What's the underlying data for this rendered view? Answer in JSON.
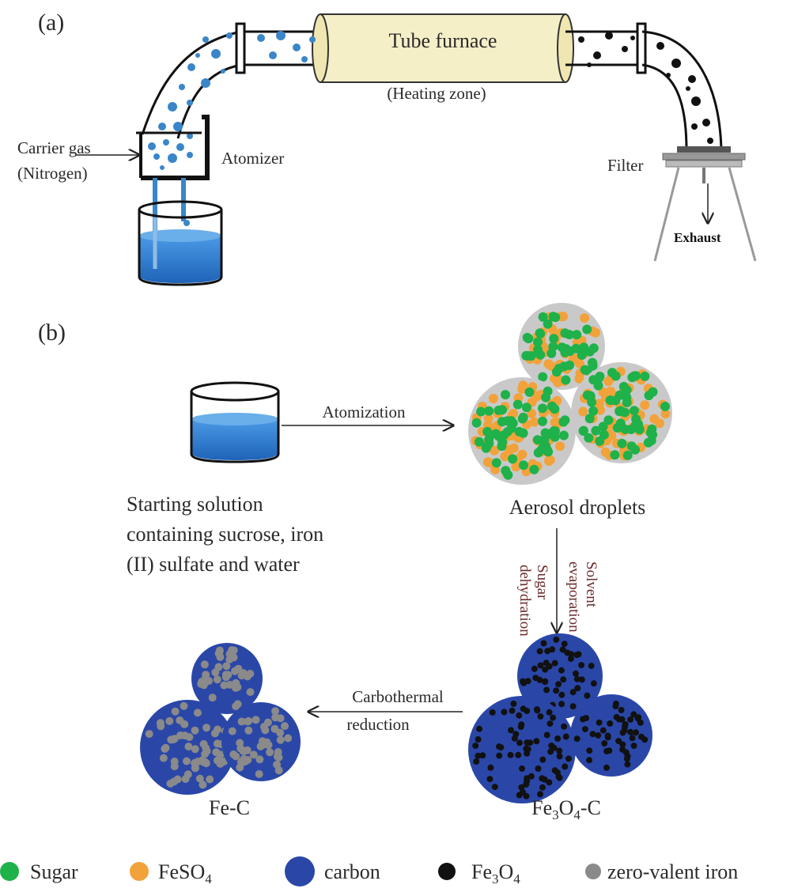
{
  "panel_a": {
    "label": "(a)",
    "furnace_label": "Tube furnace",
    "heating_zone": "(Heating zone)",
    "carrier_gas": "Carrier gas",
    "nitrogen": "(Nitrogen)",
    "atomizer": "Atomizer",
    "filter": "Filter",
    "exhaust": "Exhaust"
  },
  "panel_b": {
    "label": "(b)",
    "atomization": "Atomization",
    "starting_solution": [
      "Starting solution",
      "containing sucrose, iron",
      "(II) sulfate and water"
    ],
    "aerosol_droplets": "Aerosol droplets",
    "solvent_evaporation": [
      "Solvent",
      "evaporation"
    ],
    "sugar_dehydration": [
      "Sugar",
      "dehydration"
    ],
    "carbothermal": [
      "Carbothermal",
      "reduction"
    ],
    "fe_c": "Fe-C",
    "fe3o4_c": {
      "p1": "Fe",
      "s1": "3",
      "p2": "O",
      "s2": "4",
      "p3": "-C"
    }
  },
  "legend": [
    {
      "text": "Sugar",
      "color": "#1fb14a"
    },
    {
      "text": "FeSO",
      "sub": "4",
      "color": "#f2a23a"
    },
    {
      "text": "carbon",
      "color": "#2a47a8"
    },
    {
      "text": "Fe",
      "sub": "3",
      "text2": "O",
      "sub2": "4",
      "color": "#111111"
    },
    {
      "text": "zero-valent iron",
      "color": "#8a8a8a"
    }
  ],
  "colors": {
    "water": "#2e7fd6",
    "droplet": "#3a86c8",
    "furnace": "#f5efc8",
    "sugar": "#1fb14a",
    "feso4": "#f2a23a",
    "carbon": "#2a47a8",
    "fe3o4": "#111111",
    "zvi": "#8a8a8a",
    "aerosol_bg": "#c9c9c9"
  }
}
